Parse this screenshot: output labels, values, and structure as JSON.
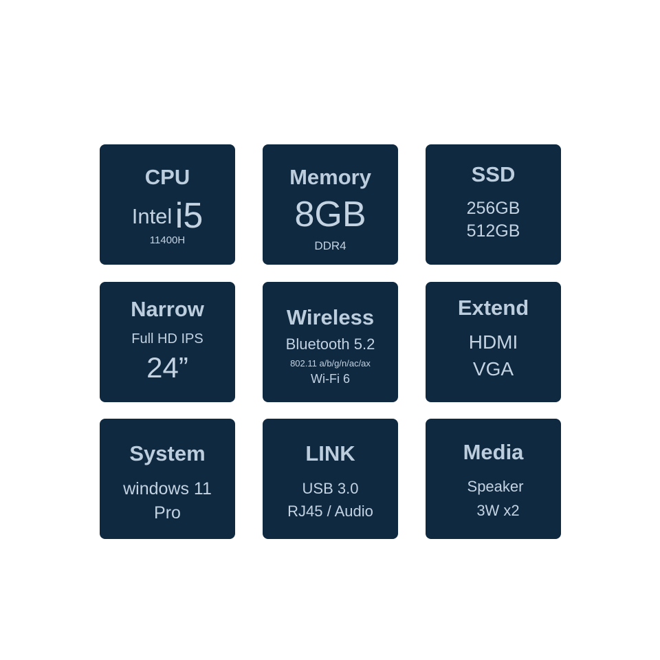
{
  "tiles": {
    "cpu": {
      "title": "CPU",
      "brand": "Intel",
      "model": "i5",
      "sku": "11400H"
    },
    "memory": {
      "title": "Memory",
      "size": "8GB",
      "type": "DDR4"
    },
    "ssd": {
      "title": "SSD",
      "opt1": "256GB",
      "opt2": "512GB"
    },
    "narrow": {
      "title": "Narrow",
      "panel": "Full HD IPS",
      "size": "24”"
    },
    "wireless": {
      "title": "Wireless",
      "bluetooth": "Bluetooth 5.2",
      "standards": "802.11 a/b/g/n/ac/ax",
      "wifi": "Wi-Fi 6"
    },
    "extend": {
      "title": "Extend",
      "port1": "HDMI",
      "port2": "VGA"
    },
    "system": {
      "title": "System",
      "os": "windows 11",
      "edition": "Pro"
    },
    "link": {
      "title": "LINK",
      "usb": "USB 3.0",
      "ports": "RJ45 / Audio"
    },
    "media": {
      "title": "Media",
      "speaker": "Speaker",
      "power": "3W x2"
    }
  },
  "colors": {
    "tile_background": "#0f2940",
    "text": "#c3d3e2",
    "page_background": "#ffffff"
  }
}
